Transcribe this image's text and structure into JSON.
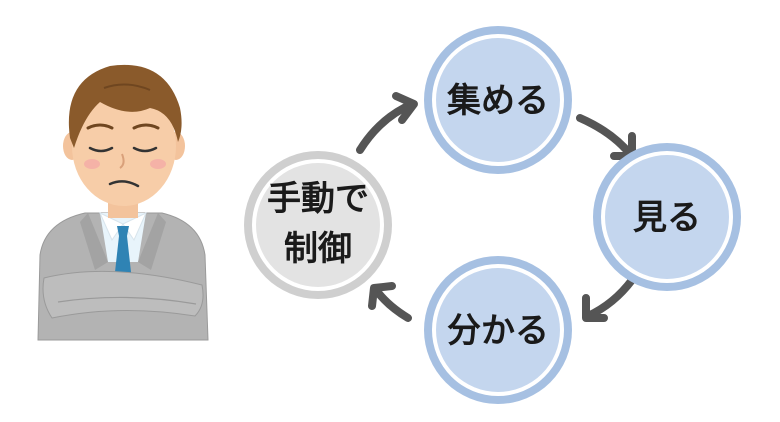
{
  "colors": {
    "node_fill": "#c4d6ee",
    "node_ring": "#a6c0e2",
    "manual_fill": "#e3e3e3",
    "manual_ring": "#cfcfcf",
    "arrow": "#555555",
    "suit": "#b3b3b3",
    "tie": "#2f83b4",
    "hair": "#8a5a2b"
  },
  "cycle": {
    "collect": {
      "label": "集める"
    },
    "see": {
      "label": "見る"
    },
    "understand": {
      "label": "分かる"
    },
    "manual": {
      "line1": "手動で",
      "line2": "制御"
    }
  },
  "illustration": {
    "figure": "worried-businessman-arms-crossed"
  }
}
